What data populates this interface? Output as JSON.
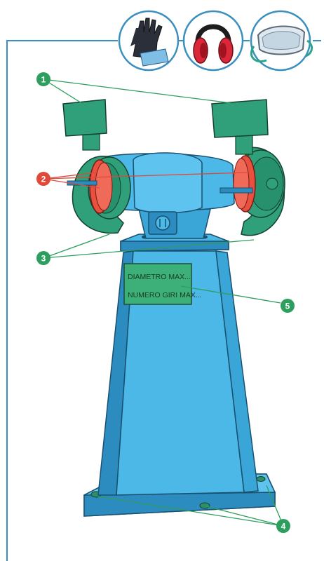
{
  "safety_equipment": [
    {
      "icon": "gloves-icon"
    },
    {
      "icon": "ear-protection-icon"
    },
    {
      "icon": "safety-goggles-icon"
    }
  ],
  "plate": {
    "line1": "DIAMETRO MAX...",
    "line2": "NUMERO GIRI MAX..."
  },
  "callouts": [
    {
      "label": "1",
      "color": "#2e9e5e"
    },
    {
      "label": "2",
      "color": "#e0483a"
    },
    {
      "label": "3",
      "color": "#2e9e5e"
    },
    {
      "label": "4",
      "color": "#2e9e5e"
    },
    {
      "label": "5",
      "color": "#2e9e5e"
    }
  ],
  "colors": {
    "machine": "#4bb8e8",
    "machine_dark": "#2c8cbf",
    "guard": "#2fa07a",
    "wheel": "#e8503f",
    "frame": "#3a8fbf",
    "callout_green": "#2e9e5e",
    "callout_red": "#e0483a"
  }
}
